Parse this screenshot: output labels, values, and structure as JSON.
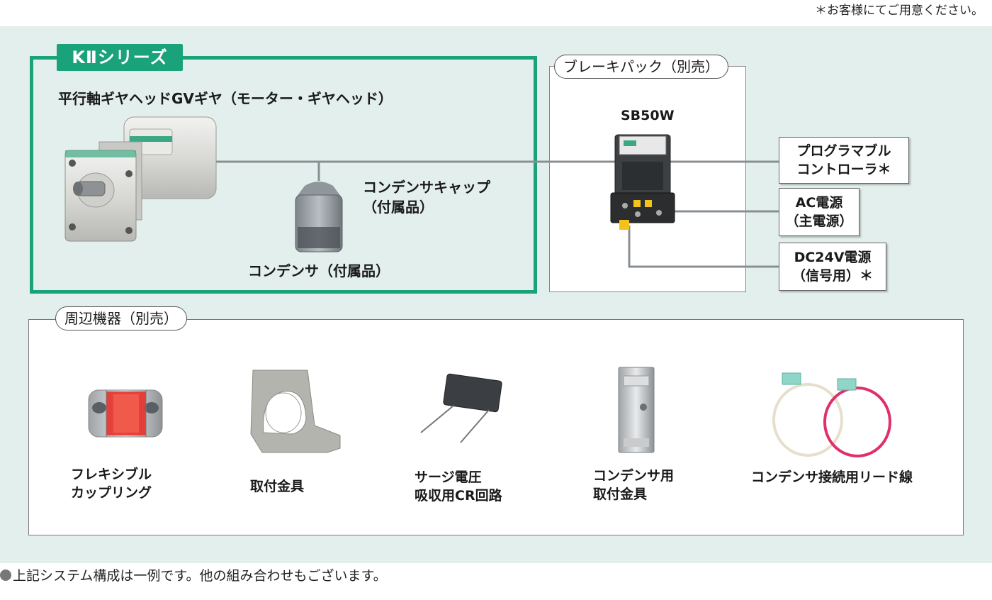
{
  "top_note": "＊お客様にてご用意ください。",
  "series": {
    "tag": "KⅡシリーズ",
    "gear_head_label": "平行軸ギヤヘッドGVギヤ（モーター・ギヤヘッド）",
    "cap_label_line1": "コンデンサキャップ",
    "cap_label_line2": "（付属品）",
    "capacitor_label": "コンデンサ（付属品）"
  },
  "brake": {
    "title": "ブレーキパック（別売）",
    "model": "SB50W"
  },
  "external": {
    "plc_line1": "プログラマブル",
    "plc_line2": "コントローラ＊",
    "ac_line1": "AC電源",
    "ac_line2": "（主電源）",
    "dc_line1": "DC24V電源",
    "dc_line2": "（信号用）＊"
  },
  "peripherals": {
    "title": "周辺機器（別売）",
    "items": [
      {
        "line1": "フレキシブル",
        "line2": "カップリング",
        "icon": "coupling-icon"
      },
      {
        "line1": "取付金具",
        "line2": "",
        "icon": "mounting-bracket-icon"
      },
      {
        "line1": "サージ電圧",
        "line2": "吸収用CR回路",
        "icon": "cr-circuit-icon"
      },
      {
        "line1": "コンデンサ用",
        "line2": "取付金具",
        "icon": "capacitor-bracket-icon"
      },
      {
        "line1": "コンデンサ接続用リード線",
        "line2": "",
        "icon": "lead-wire-icon"
      }
    ]
  },
  "footer": "上記システム構成は一例です。他の組み合わせもございます。",
  "colors": {
    "series_green": "#1aa37a",
    "panel_bg": "#e3efec",
    "line_gray": "#8a8f93",
    "coupling_red": "#e8302c",
    "wire_pink": "#e0306a"
  }
}
